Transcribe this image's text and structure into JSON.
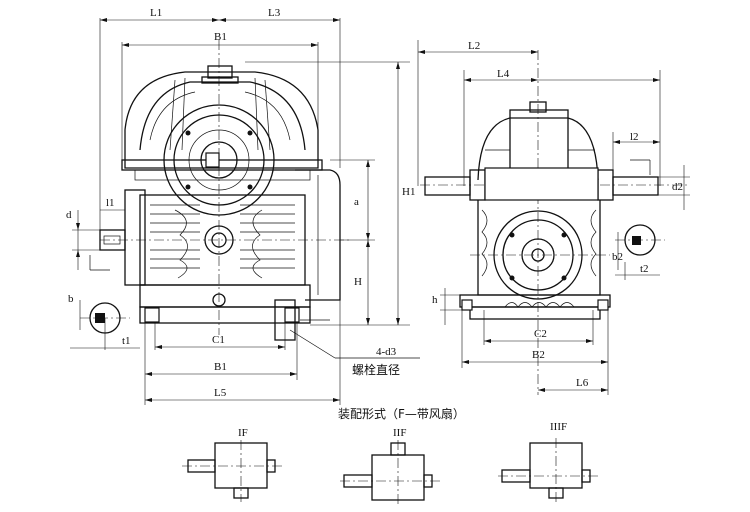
{
  "dimensions": {
    "L1": "L1",
    "L3": "L3",
    "B1_top": "B1",
    "H1": "H1",
    "a": "a",
    "H": "H",
    "d_left": "d",
    "l1": "l1",
    "b": "b",
    "t1": "t1",
    "C1": "C1",
    "B1_bottom": "B1",
    "L5": "L5",
    "L2": "L2",
    "L4": "L4",
    "l2": "l2",
    "d2": "d2",
    "b2": "b2",
    "t2": "t2",
    "h": "h",
    "C2": "C2",
    "B2": "B2",
    "L6": "L6"
  },
  "annotations": {
    "bolts": "4-d3",
    "bolt_diameter": "螺栓直径",
    "assembly_title": "装配形式（F—带风扇）"
  },
  "assembly_forms": [
    {
      "label": "IF"
    },
    {
      "label": "IIF"
    },
    {
      "label": "IIIF"
    }
  ]
}
